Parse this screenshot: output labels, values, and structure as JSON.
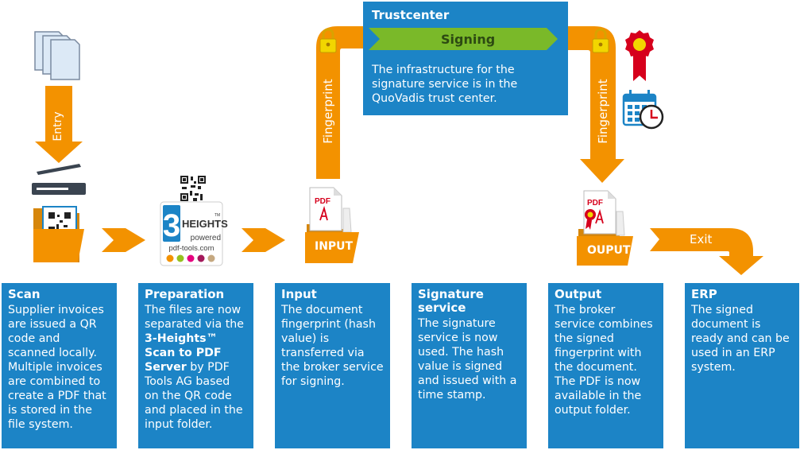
{
  "trustcenter": {
    "title": "Trustcenter",
    "signing_label": "Signing",
    "text": "The infrastructure for the signature service is in the QuoVadis trust center."
  },
  "flow_labels": {
    "entry": "Entry",
    "fingerprint_in": "Fingerprint",
    "fingerprint_out": "Fingerprint",
    "exit": "Exit",
    "input_folder": "INPUT",
    "output_folder": "OUPUT"
  },
  "pdf_icon_text": "PDF",
  "logo": {
    "top": "3",
    "name": "HEIGHTS",
    "tm": "TM",
    "powered": "powered",
    "site": "pdf-tools.com",
    "dot_colors": [
      "#f39200",
      "#95c11f",
      "#e6007e",
      "#a3195b",
      "#c5a880"
    ]
  },
  "colors": {
    "orange": "#f39200",
    "blue": "#1c84c6",
    "green": "#7ab929",
    "red": "#d6001c"
  },
  "steps": [
    {
      "title": "Scan",
      "text": "Supplier invoices are issued a QR code and scanned locally. Multiple invoices are combined to create a PDF that is stored in the file system."
    },
    {
      "title": "Preparation",
      "text_before": "The files are now separated via the",
      "bold": "3-Heights™ Scan to PDF Server",
      "text_after": "by PDF Tools AG based on the QR code and placed in the input folder."
    },
    {
      "title": "Input",
      "text": "The document fingerprint (hash value) is transferred via the broker service for signing."
    },
    {
      "title": "Signature service",
      "text": "The signature service is now used. The hash value is signed and issued with a time stamp."
    },
    {
      "title": "Output",
      "text": "The broker service combines the signed fingerprint with the document. The PDF is now available in the output folder."
    },
    {
      "title": "ERP",
      "text": "The signed document is ready and can be used in an ERP system."
    }
  ]
}
